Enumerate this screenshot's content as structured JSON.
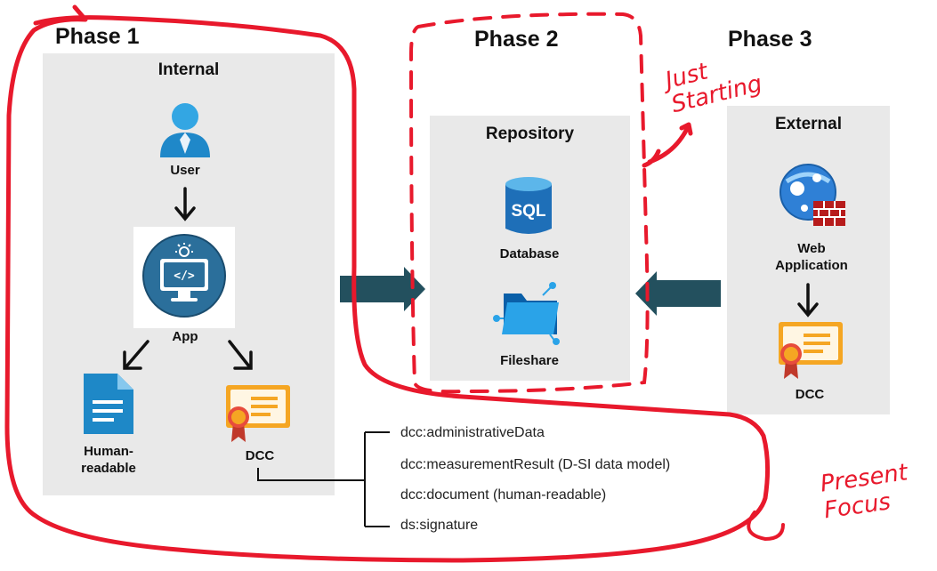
{
  "phases": [
    {
      "title": "Phase 1"
    },
    {
      "title": "Phase 2"
    },
    {
      "title": "Phase 3"
    }
  ],
  "internal": {
    "title": "Internal",
    "user_label": "User",
    "app_label": "App",
    "human_readable_label": "Human-\nreadable",
    "dcc_label": "DCC"
  },
  "repository": {
    "title": "Repository",
    "database_label": "Database",
    "fileshare_label": "Fileshare",
    "sql_icon_text": "SQL"
  },
  "external": {
    "title": "External",
    "web_app_label": "Web\nApplication",
    "dcc_label": "DCC"
  },
  "dcc_fields": [
    "dcc:administrativeData",
    "dcc:measurementResult (D-SI data model)",
    "dcc:document (human-readable)",
    "ds:signature"
  ],
  "annotations": {
    "just_starting": "Just\nStarting",
    "present_focus": "Present\nFocus"
  },
  "colors": {
    "panel_bg": "#e9e9e9",
    "arrow_fill": "#23505e",
    "handwriting_red": "#e8192c",
    "icon_blue": "#1e88c7",
    "cert_orange": "#f5a623"
  },
  "icons": {
    "user": "user-icon",
    "app": "app-monitor-code-icon",
    "document": "document-icon",
    "certificate": "certificate-icon",
    "database": "sql-database-icon",
    "fileshare": "fileshare-folder-icon",
    "web_app": "web-application-firewall-icon"
  }
}
